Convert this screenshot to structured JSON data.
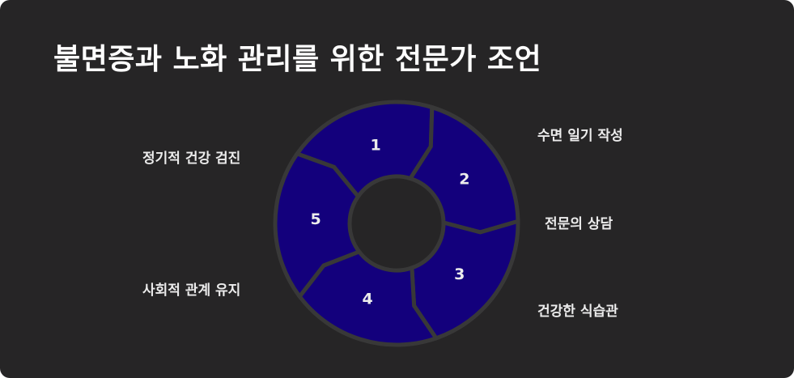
{
  "title": "불면증과 노화 관리를 위한 전문가 조언",
  "colors": {
    "background": "#262526",
    "segment": "#13007c",
    "segment_gap": "#383838",
    "text": "#ececec"
  },
  "cycle": [
    {
      "number": "1",
      "label": "정기적 건강 검진"
    },
    {
      "number": "2",
      "label": "수면 일기 작성"
    },
    {
      "number": "3",
      "label": "전문의 상담"
    },
    {
      "number": "4",
      "label": "건강한 식습관"
    },
    {
      "number": "5",
      "label": "사회적 관계 유지"
    }
  ]
}
